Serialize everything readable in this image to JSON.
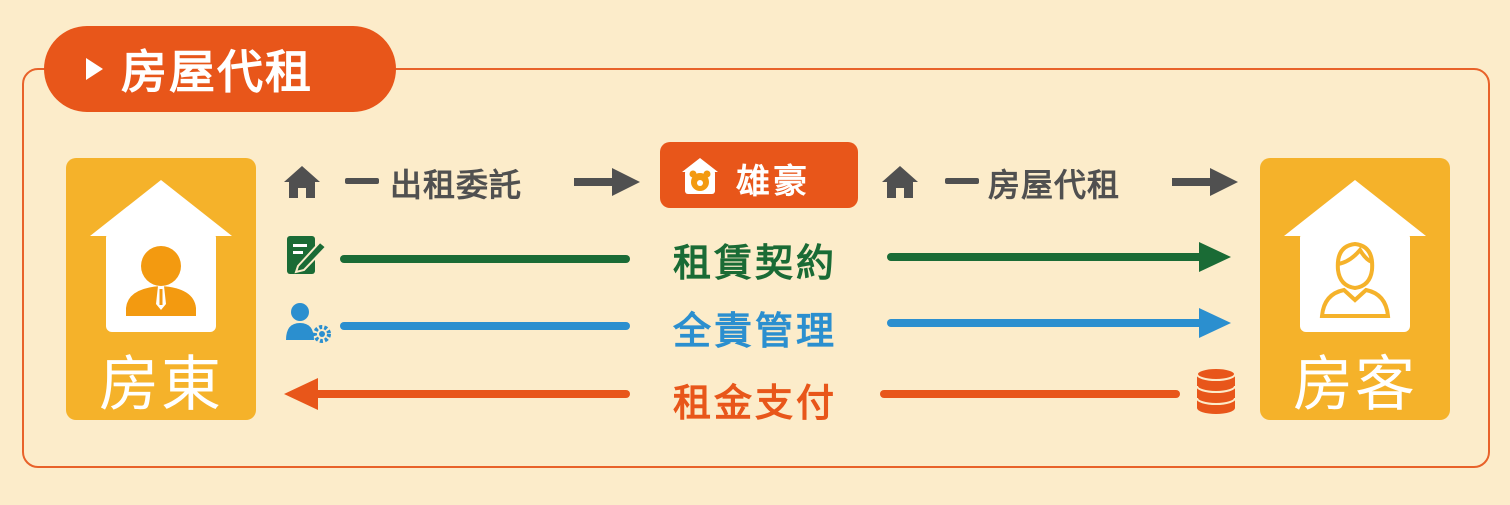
{
  "title": "房屋代租",
  "landlord": {
    "label": "房東"
  },
  "tenant": {
    "label": "房客"
  },
  "agency": {
    "name": "雄豪"
  },
  "flow_left": "出租委託",
  "flow_right": "房屋代租",
  "rows": [
    {
      "label": "租賃契約",
      "color": "#1a6b35"
    },
    {
      "label": "全責管理",
      "color": "#2b8fcf"
    },
    {
      "label": "租金支付",
      "color": "#e8561a"
    }
  ],
  "colors": {
    "accent": "#e8561a",
    "card": "#f5b22a",
    "background": "#fcecca",
    "grey": "#505050"
  },
  "icons": [
    "home-icon",
    "person-icon",
    "contract-icon",
    "user-gear-icon",
    "coins-icon",
    "agency-logo-icon"
  ]
}
